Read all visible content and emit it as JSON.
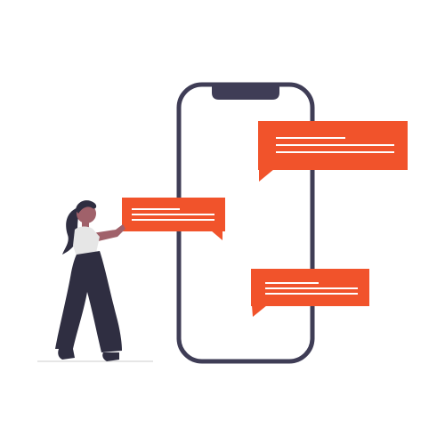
{
  "colors": {
    "background": "#ffffff",
    "device_outline": "#3f3d56",
    "bubble_fill": "#f1532b",
    "bubble_lines": "#ffffff",
    "shadow": "#e6e6e6",
    "skin": "#a0616a",
    "hair": "#2f2e41",
    "shirt": "#e6e6e6",
    "pants": "#2f2e41",
    "shoes": "#2f2e41"
  },
  "icons": {
    "phone": "smartphone-icon",
    "message": "chat-bubble-icon",
    "person": "person-icon"
  },
  "scene": {
    "message_bubbles": [
      {
        "id": "bubble-top-right",
        "text_lines": 3
      },
      {
        "id": "bubble-left",
        "text_lines": 3
      },
      {
        "id": "bubble-bottom-right",
        "text_lines": 3
      }
    ]
  }
}
